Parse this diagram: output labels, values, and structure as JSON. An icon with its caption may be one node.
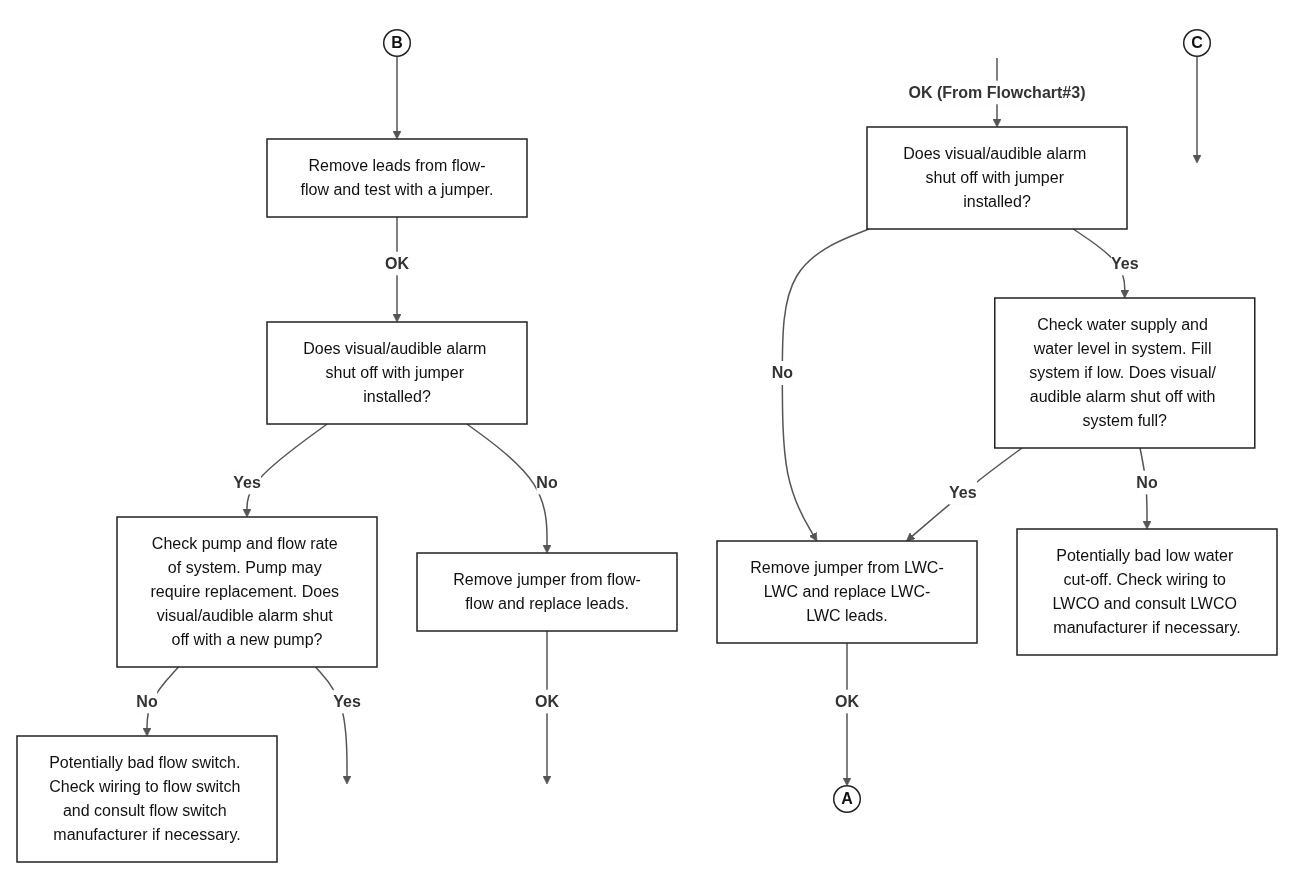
{
  "diagram": {
    "nodes": [
      {
        "text": [
          "Does visual/audible alarm shut off with jumper installed?"
        ]
      },
      {
        "text": [
          "Remove jumper from LWC-LWC and replace LWC-LWC leads."
        ]
      },
      {
        "text": [
          "A"
        ]
      },
      {
        "text": [
          "B"
        ]
      },
      {
        "text": [
          "C"
        ]
      },
      {
        "text": [
          "Check water supply and water level in system. Fill system if low. Does visual/ audible alarm shut off with system full?"
        ]
      },
      {
        "text": [
          "Remove leads from flow-flow and test with a jumper."
        ]
      },
      {
        "text": [
          "Check pump and flow rate of system. Pump may require replacement. Does visual/audible alarm shut off with a new pump?"
        ]
      },
      {
        "text": [
          "Does visual/audible alarm shut off with jumper installed?"
        ]
      },
      {
        "text": [
          "Potentially bad low water cut-off. Check wiring to LWCO and consult LWCO manufacturer if necessary."
        ]
      },
      {
        "text": [
          "Potentially bad flow switch. Check wiring to flow switch and consult flow switch manufacturer if necessary."
        ]
      },
      {
        "text": [
          "Remove jumper from flow-flow and replace leads."
        ]
      }
    ],
    "edges": [
      {
        "from": null,
        "to": 0,
        "arrow": "to",
        "label": "OK (From Flowchart#3)"
      },
      {
        "from": 0,
        "to": 1,
        "arrow": "to",
        "label": "No"
      },
      {
        "from": 1,
        "to": 2,
        "arrow": "to",
        "label": "OK"
      },
      {
        "from": 3,
        "to": 6,
        "arrow": "to"
      },
      {
        "from": 0,
        "to": 5,
        "arrow": "to",
        "label": "Yes"
      },
      {
        "from": 5,
        "to": 1,
        "arrow": "to",
        "label": "Yes"
      },
      {
        "from": 5,
        "to": 9,
        "arrow": "to",
        "label": "No"
      },
      {
        "from": 6,
        "to": 8,
        "arrow": "to",
        "label": "OK"
      },
      {
        "from": 8,
        "to": 7,
        "arrow": "to",
        "label": "Yes"
      },
      {
        "from": 8,
        "to": 11,
        "arrow": "to",
        "label": "No"
      },
      {
        "from": 7,
        "to": 10,
        "arrow": "to",
        "label": "No"
      },
      {
        "from": 7,
        "to": null,
        "arrow": "to",
        "label": "Yes"
      },
      {
        "from": 11,
        "to": null,
        "arrow": "to",
        "label": "OK"
      },
      {
        "from": 4,
        "to": null,
        "arrow": "to"
      }
    ]
  }
}
